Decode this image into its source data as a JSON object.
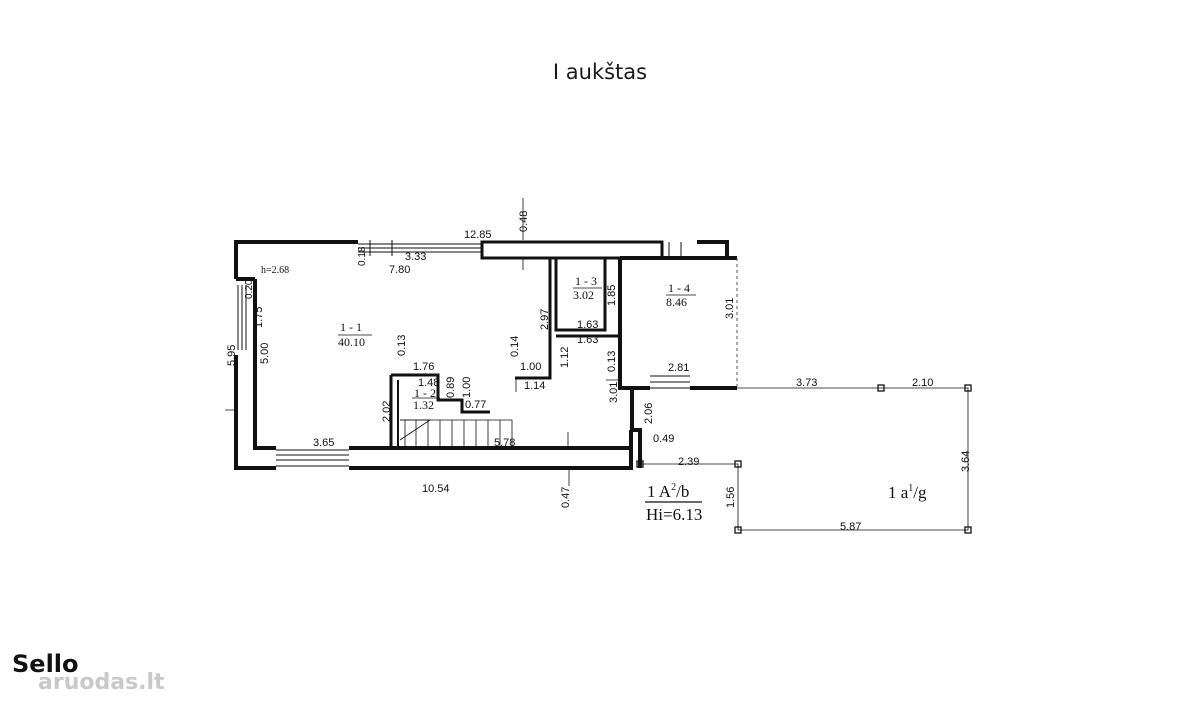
{
  "title": "I aukštas",
  "rooms": [
    {
      "id": "1 - 1",
      "area": "40.10"
    },
    {
      "id": "1 - 2",
      "area": "1.32"
    },
    {
      "id": "1 - 3",
      "area": "3.02"
    },
    {
      "id": "1 - 4",
      "area": "8.46"
    }
  ],
  "height_note": "h=2.68",
  "dimensions": [
    "12.85",
    "0.48",
    "3.33",
    "0.18",
    "7.80",
    "0.20",
    "1.75",
    "5.95",
    "5.00",
    "0.13",
    "1.76",
    "1.48",
    "0.89",
    "1.00",
    "0.77",
    "2.02",
    "3.65",
    "5.78",
    "10.54",
    "0.47",
    "2.97",
    "0.14",
    "1.00",
    "1.14",
    "1.12",
    "1.63",
    "1.63",
    "1.85",
    "3.01",
    "0.13",
    "3.01",
    "2.81",
    "2.06",
    "0.49",
    "2.39",
    "3.73",
    "2.10",
    "3.64",
    "1.56",
    "5.87"
  ],
  "legend_building": {
    "code": "1 A",
    "sup": "2",
    "suffix": "/b",
    "height": "Hi=6.13"
  },
  "legend_terrace": {
    "code": "1 a",
    "sup": "1",
    "suffix": "/g"
  },
  "logo": {
    "top": "Sello",
    "bottom": "aruodas.lt"
  }
}
